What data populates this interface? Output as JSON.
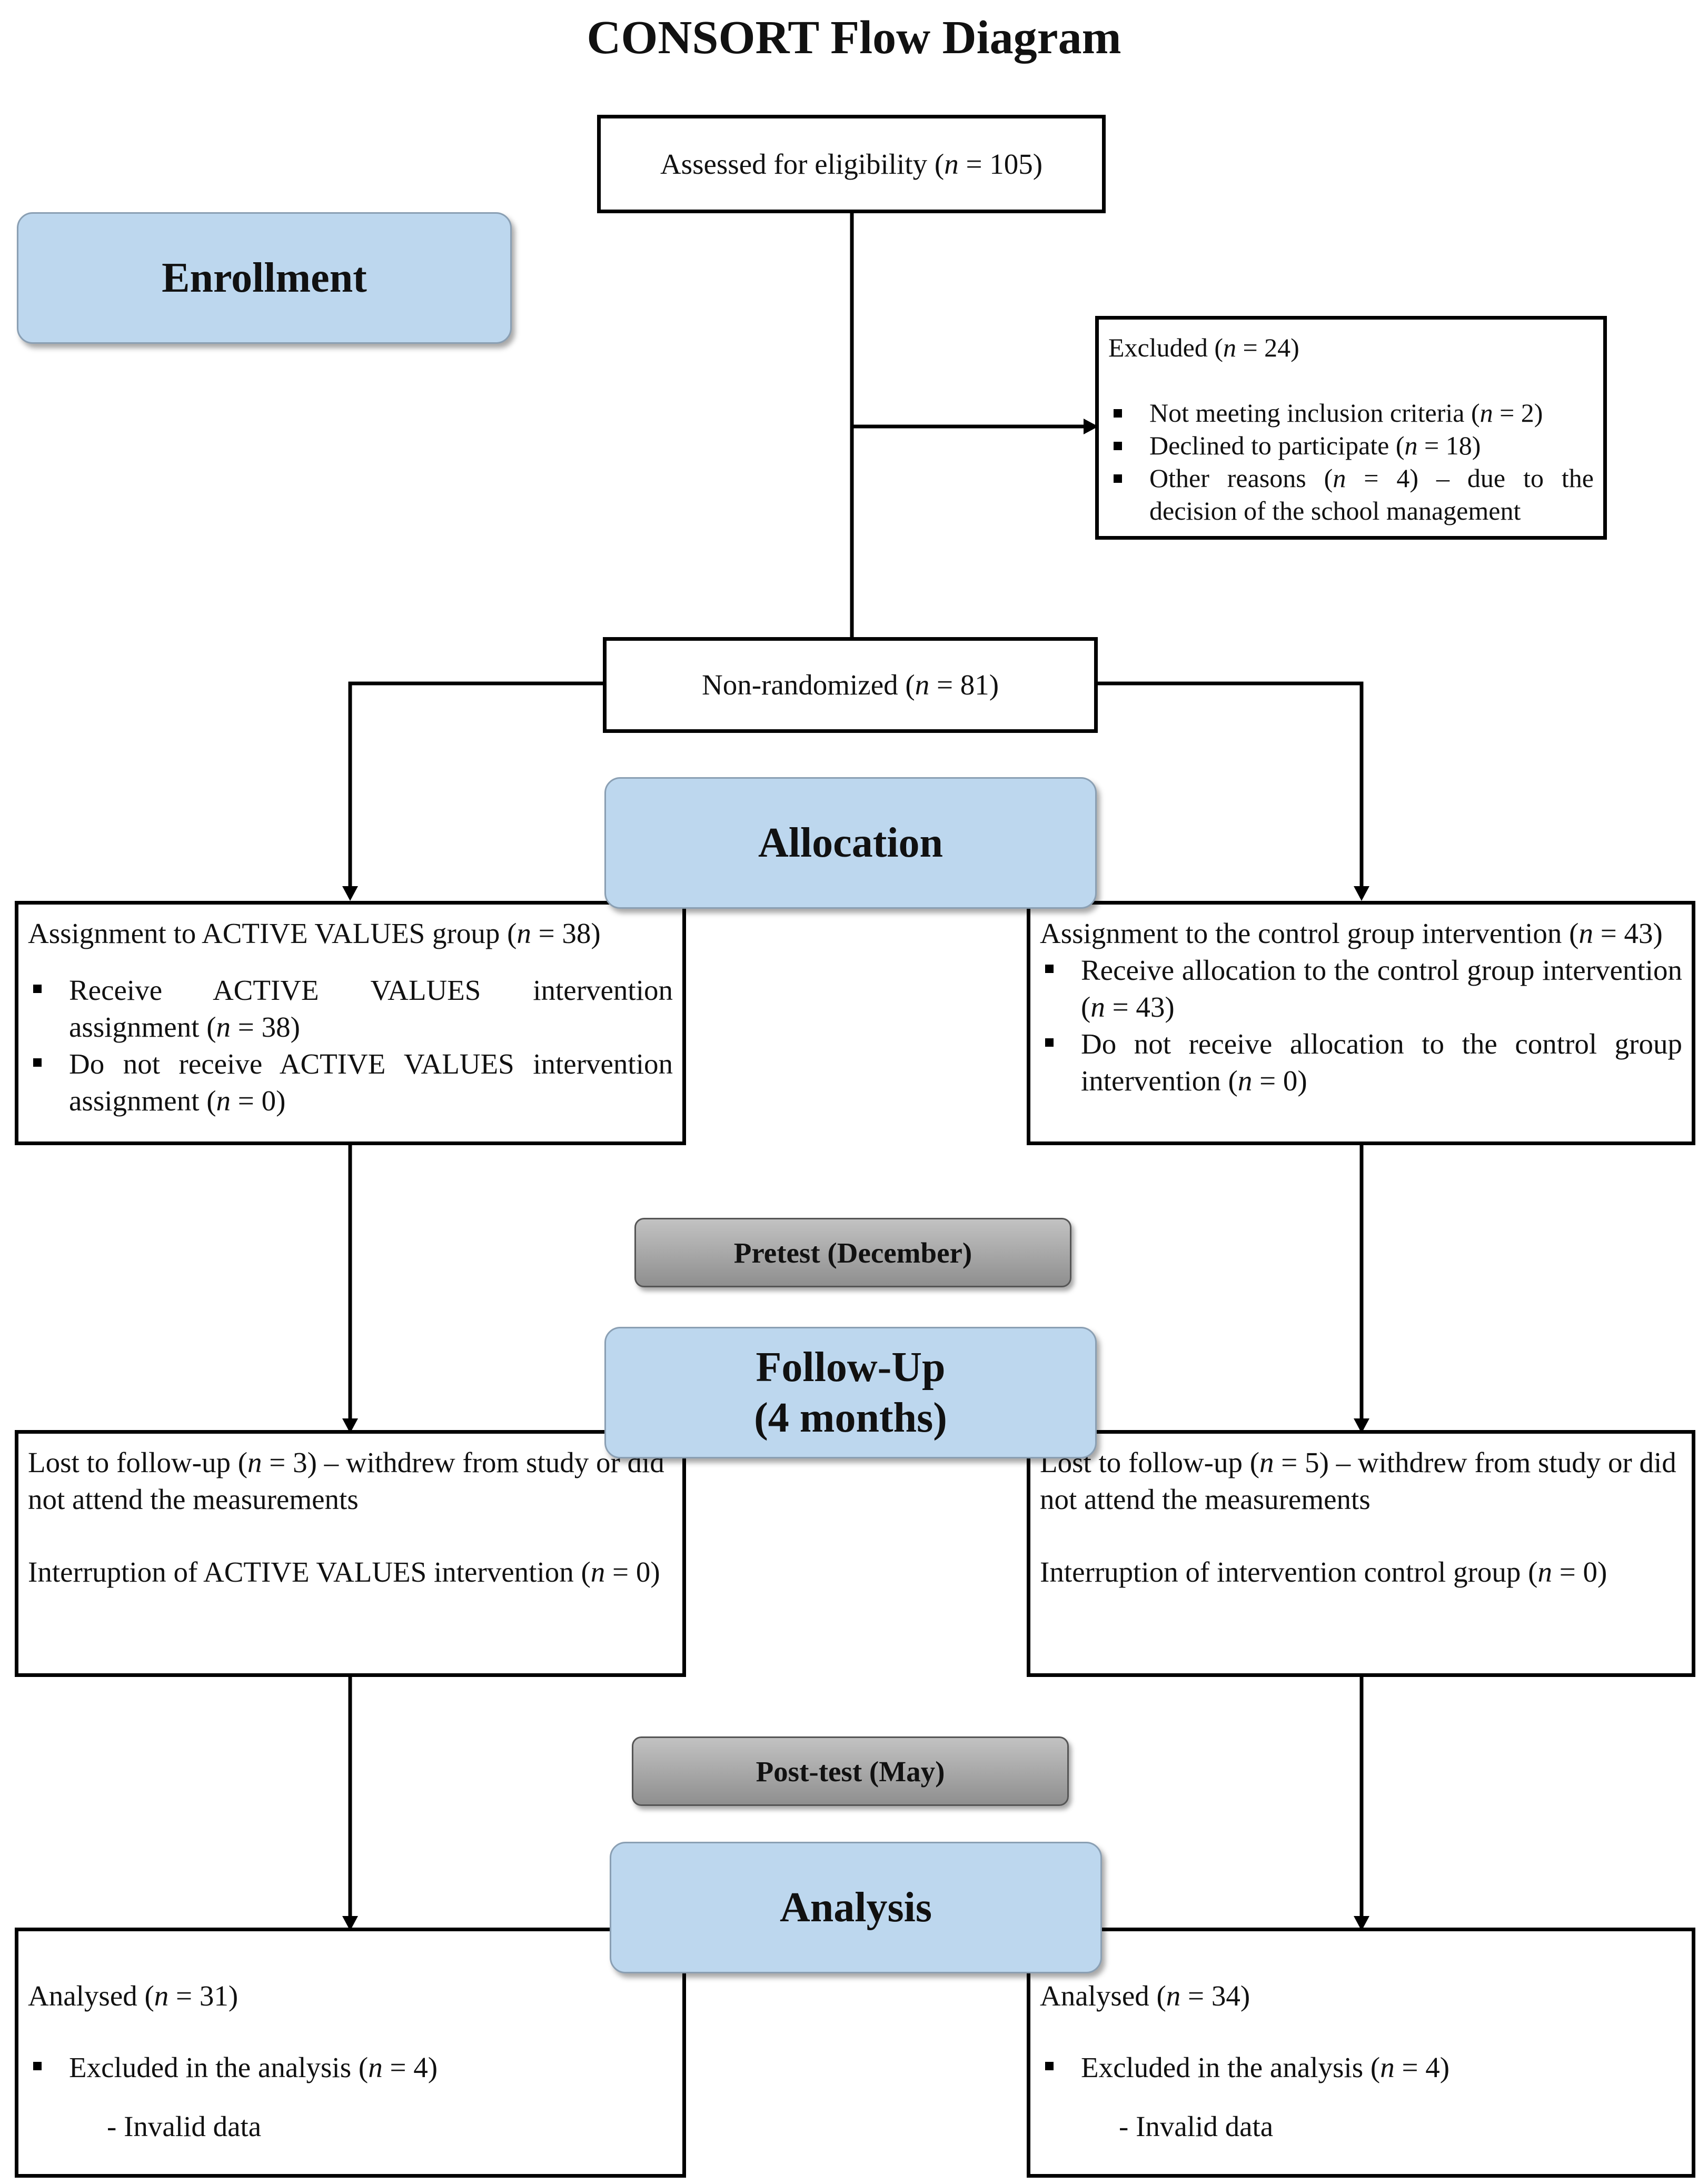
{
  "title": "CONSORT Flow Diagram",
  "stages": {
    "enrollment": "Enrollment",
    "allocation": "Allocation",
    "followup_line1": "Follow-Up",
    "followup_line2": "(4 months)",
    "analysis": "Analysis"
  },
  "timepoints": {
    "pretest": "Pretest (December)",
    "posttest": "Post-test (May)"
  },
  "assessed": {
    "pre": "Assessed for eligibility (",
    "n": "n",
    "post": " = 105)"
  },
  "excluded": {
    "header": {
      "pre": "Excluded (",
      "n": "n",
      "post": " = 24)"
    },
    "items": [
      {
        "pre": "Not meeting inclusion criteria (",
        "n": "n",
        "post": " = 2)"
      },
      {
        "pre": "Declined to participate (",
        "n": "n",
        "post": " = 18)"
      },
      {
        "pre": "Other reasons (",
        "n": "n",
        "post": " = 4) – due to the decision of the school management"
      }
    ]
  },
  "nonrandomized": {
    "pre": "Non-randomized (",
    "n": "n",
    "post": " = 81)"
  },
  "left": {
    "assignment": {
      "header": {
        "pre": "Assignment to ACTIVE VALUES group (",
        "n": "n",
        "post": " = 38)"
      },
      "items": [
        {
          "pre": "Receive ACTIVE VALUES intervention assignment (",
          "n": "n",
          "post": " = 38)"
        },
        {
          "pre": "Do not receive ACTIVE VALUES intervention assignment (",
          "n": "n",
          "post": " = 0)"
        }
      ]
    },
    "followup": {
      "lost": {
        "pre": "Lost to follow-up (",
        "n": "n",
        "post": " = 3) – withdrew from study or did not attend the measurements"
      },
      "interruption": {
        "pre": "Interruption of ACTIVE VALUES intervention (",
        "n": "n",
        "post": " = 0)"
      }
    },
    "analysis": {
      "analysed": {
        "pre": "Analysed (",
        "n": "n",
        "post": " = 31)"
      },
      "excluded": {
        "pre": "Excluded in the analysis (",
        "n": "n",
        "post": " = 4)"
      },
      "reason": "- Invalid data"
    }
  },
  "right": {
    "assignment": {
      "header": {
        "pre": "Assignment to the control group intervention (",
        "n": "n",
        "post": " = 43)"
      },
      "items": [
        {
          "pre": "Receive allocation to the control group intervention (",
          "n": "n",
          "post": " = 43)"
        },
        {
          "pre": "Do not receive allocation to the control group intervention (",
          "n": "n",
          "post": " = 0)"
        }
      ]
    },
    "followup": {
      "lost": {
        "pre": "Lost to follow-up (",
        "n": "n",
        "post": " = 5) – withdrew from study or did not attend the measurements"
      },
      "interruption": {
        "pre": "Interruption of intervention control group (",
        "n": "n",
        "post": " = 0)"
      }
    },
    "analysis": {
      "analysed": {
        "pre": "Analysed (",
        "n": "n",
        "post": " = 34)"
      },
      "excluded": {
        "pre": "Excluded in the analysis (",
        "n": "n",
        "post": " = 4)"
      },
      "reason": "- Invalid data"
    }
  }
}
